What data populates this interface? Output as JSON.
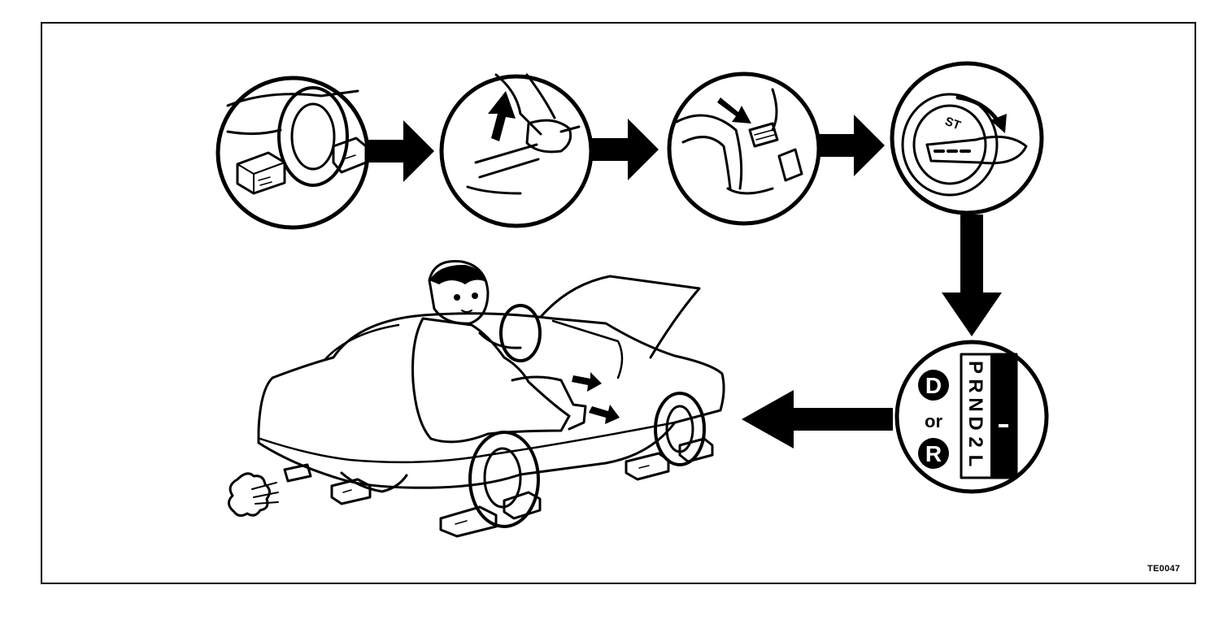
{
  "figure_code": "TE0047",
  "key_label": "ST",
  "shift_pattern": [
    "P",
    "R",
    "N",
    "D",
    "2",
    "L"
  ],
  "gear_options": {
    "first": "D",
    "conjunction": "or",
    "second": "R"
  },
  "steps": [
    {
      "id": "chock-wheels",
      "icon": "wheel-chock-icon"
    },
    {
      "id": "apply-parking-brake",
      "icon": "parking-brake-icon"
    },
    {
      "id": "depress-brake-pedal",
      "icon": "brake-pedal-icon"
    },
    {
      "id": "turn-ignition-key",
      "icon": "ignition-key-icon"
    },
    {
      "id": "select-d-or-r",
      "icon": "shift-lever-icon"
    },
    {
      "id": "stall-test-result",
      "icon": "car-on-chocks-icon"
    }
  ],
  "colors": {
    "ink": "#000000",
    "paper": "#ffffff"
  }
}
